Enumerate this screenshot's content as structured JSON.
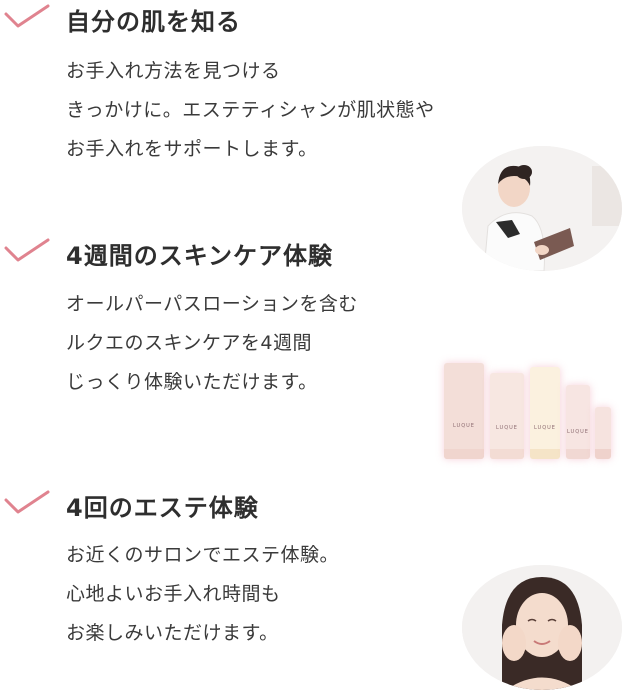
{
  "accent_color": "#e0838f",
  "features": [
    {
      "heading": "自分の肌を知る",
      "lines": [
        "お手入れ方法を見つける",
        "きっかけに。エステティシャンが肌状態や",
        "お手入れをサポートします。"
      ],
      "icon": "check-icon"
    },
    {
      "heading": "4週間のスキンケア体験",
      "lines": [
        "オールパーパスローションを含む",
        "ルクエのスキンケアを4週間",
        "じっくり体験いただけます。"
      ],
      "icon": "check-icon"
    },
    {
      "heading": "4回のエステ体験",
      "lines": [
        "お近くのサロンでエステ体験。",
        "心地よいお手入れ時間も",
        "お楽しみいただけます。"
      ],
      "icon": "check-icon"
    }
  ],
  "product_brand": "LUQUE"
}
